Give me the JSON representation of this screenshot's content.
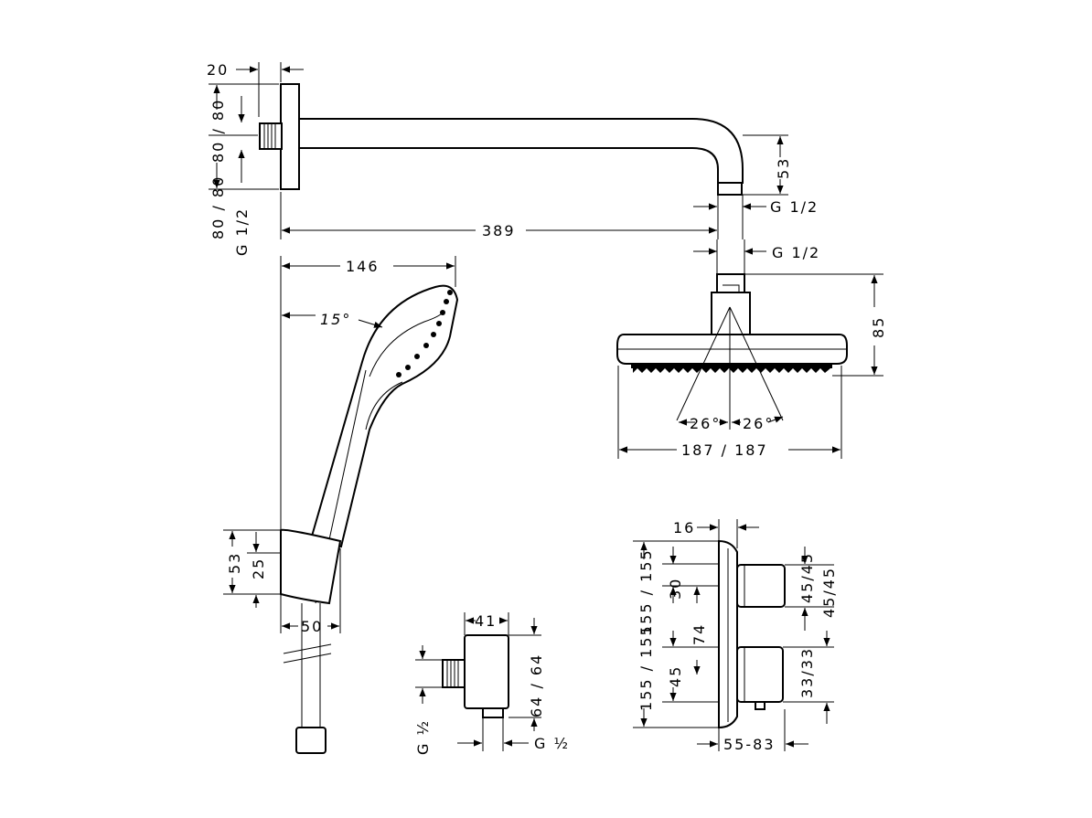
{
  "arm": {
    "dim_top_20": "20",
    "dim_80_80_upper": "80 / 80",
    "dim_80_80_lower": "80 / 80",
    "dim_g12_vertical": "G 1/2",
    "dim_53": "53",
    "dim_g12_outlet": "G 1/2",
    "dim_389": "389"
  },
  "head_shower": {
    "dim_g12": "G 1/2",
    "dim_85": "85",
    "angle_left": "26°",
    "angle_right": "26°",
    "dim_187": "187 / 187"
  },
  "hand_shower": {
    "dim_146": "146",
    "angle_15": "15°",
    "dim_53": "53",
    "dim_25": "25",
    "dim_50": "50"
  },
  "wall_outlet": {
    "dim_41": "41",
    "dim_64": "64 / 64",
    "dim_g_half_left": "G ½",
    "dim_g_half_right": "G ½"
  },
  "thermostat": {
    "dim_16": "16",
    "dim_155_155_upper": "155 / 155",
    "dim_155_155_lower": "155 / 155",
    "dim_30": "30",
    "dim_74": "74",
    "dim_45": "45",
    "dim_45_45_top": "45/45",
    "dim_45_45_mid": "45/45",
    "dim_33_33": "33/33",
    "dim_55_83": "55-83"
  }
}
